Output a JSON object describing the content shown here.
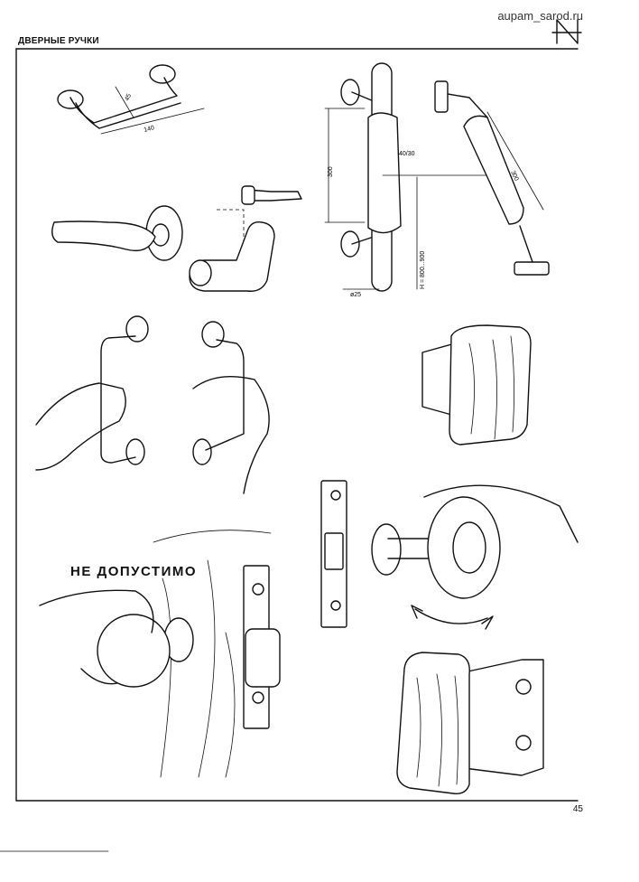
{
  "header": {
    "site": "aupam_sarod.ru",
    "section_title": "ДВЕРНЫЕ РУЧКИ"
  },
  "labels": {
    "not_allowed": "НЕ ДОПУСТИМО"
  },
  "dimensions": {
    "grip_height": "45",
    "grip_length": "140",
    "handle_length": "300",
    "bar_diameter": "40/30",
    "mount_height": "H = 800...900",
    "base_diameter": "ø25",
    "pull_length": "300"
  },
  "footer": {
    "page_number": "45"
  }
}
